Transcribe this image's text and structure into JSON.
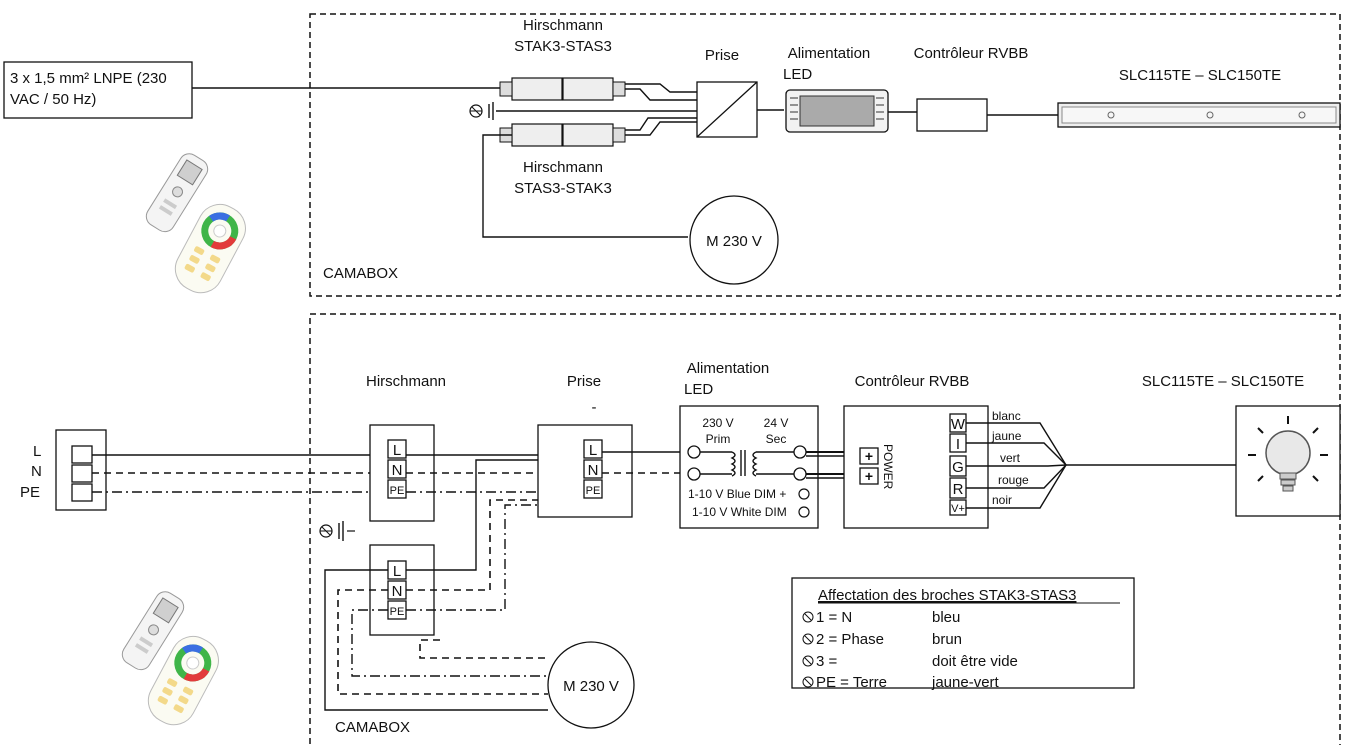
{
  "top": {
    "cable_label_line1": "3 x 1,5 mm² LNPE (230",
    "cable_label_line2": "VAC / 50 Hz)",
    "hirschmann_top_line1": "Hirschmann",
    "hirschmann_top_line2": "STAK3-STAS3",
    "hirschmann_bottom_line1": "Hirschmann",
    "hirschmann_bottom_line2": "STAS3-STAK3",
    "prise_label": "Prise",
    "psu_label_line1": "Alimentation",
    "psu_label_line2": "LED",
    "controller_label": "Contrôleur RVBB",
    "light_label": "SLC115TE – SLC150TE",
    "motor_label": "M 230 V",
    "camabox_label": "CAMABOX"
  },
  "bottom": {
    "mains_L": "L",
    "mains_N": "N",
    "mains_PE": "PE",
    "hirschmann_label": "Hirschmann",
    "prise_label": "Prise",
    "prise_dash": "-",
    "pin_L": "L",
    "pin_N": "N",
    "pin_PE": "PE",
    "psu_label_line1": "Alimentation",
    "psu_label_line2": "LED",
    "psu_prim_v": "230 V",
    "psu_prim": "Prim",
    "psu_sec_v": "24 V",
    "psu_sec": "Sec",
    "psu_dim_blue": "1-10 V Blue DIM +",
    "psu_dim_white": "1-10 V White DIM",
    "controller_label": "Contrôleur RVBB",
    "power_label": "POWER",
    "ctrl_W": "W",
    "ctrl_I": "I",
    "ctrl_G": "G",
    "ctrl_R": "R",
    "ctrl_V": "V+",
    "wire_blanc": "blanc",
    "wire_jaune": "jaune",
    "wire_vert": "vert",
    "wire_rouge": "rouge",
    "wire_noir": "noir",
    "light_label": "SLC115TE – SLC150TE",
    "motor_label": "M 230 V",
    "camabox_label": "CAMABOX"
  },
  "pin_table": {
    "title": "Affectation des broches STAK3-STAS3",
    "rows": [
      {
        "pin": "1 = N",
        "color": "bleu"
      },
      {
        "pin": "2 = Phase",
        "color": "brun"
      },
      {
        "pin": "3 =",
        "color": "doit être vide"
      },
      {
        "pin": "PE = Terre",
        "color": "jaune-vert"
      }
    ]
  }
}
